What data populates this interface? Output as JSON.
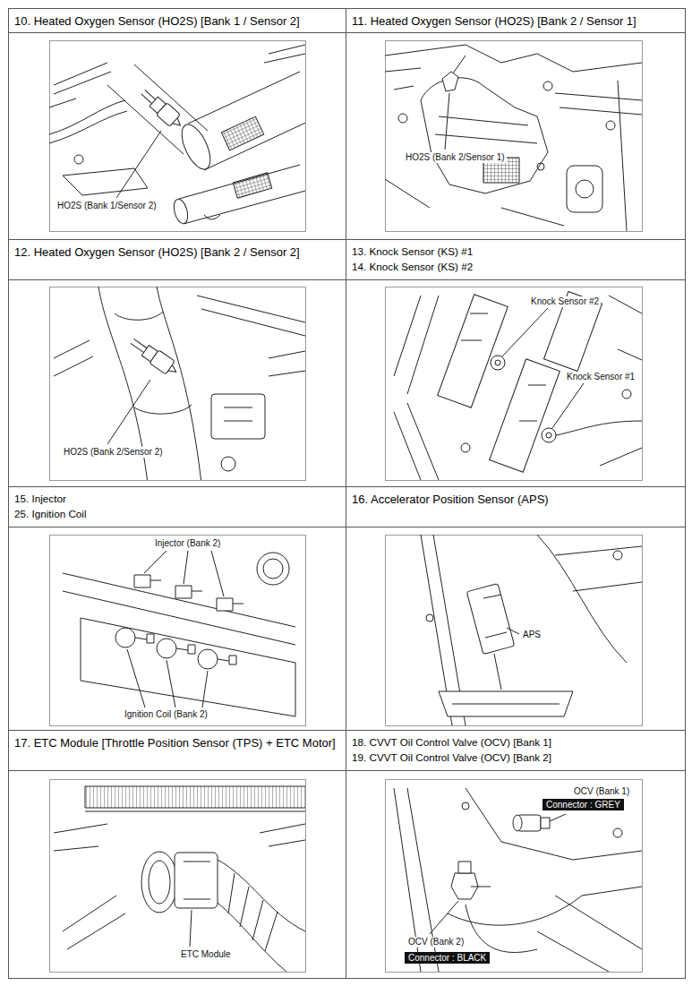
{
  "diagram": {
    "nodes": [
      {
        "text": [
          "10. Heated Oxygen Sensor (HO2S) [Bank 1 / Sensor 2]"
        ]
      },
      {
        "text": [
          "11. Heated Oxygen Sensor (HO2S) [Bank 2 / Sensor 1]"
        ]
      },
      {
        "text": [
          "12. Heated Oxygen Sensor (HO2S) [Bank 2 / Sensor 2]"
        ]
      },
      {
        "text": [
          "13. Knock Sensor (KS) #1",
          "14. Knock Sensor (KS) #2"
        ]
      },
      {
        "text": [
          "15. Injector",
          "25. Ignition Coil"
        ]
      },
      {
        "text": [
          "16. Accelerator Position Sensor (APS)"
        ]
      },
      {
        "text": [
          "17. ETC Module [Throttle Position Sensor (TPS) + ETC Motor]"
        ]
      },
      {
        "text": [
          "18. CVVT Oil Control Valve (OCV) [Bank 1]",
          "19. CVVT Oil Control Valve (OCV) [Bank 2]"
        ]
      },
      {
        "text": [
          "Connector : GREY"
        ]
      },
      {
        "text": [
          "Connector : BLACK"
        ]
      }
    ],
    "labels": [
      "HO2S (Bank 1/Sensor 2)",
      "HO2S (Bank 2/Sensor 1)",
      "HO2S (Bank 2/Sensor 2)",
      "Knock Sensor #2",
      "Knock Sensor #1",
      "Injector (Bank 2)",
      "Ignition Coil (Bank 2)",
      "APS",
      "ETC Module",
      "OCV (Bank 1)",
      "OCV (Bank 2)"
    ]
  }
}
